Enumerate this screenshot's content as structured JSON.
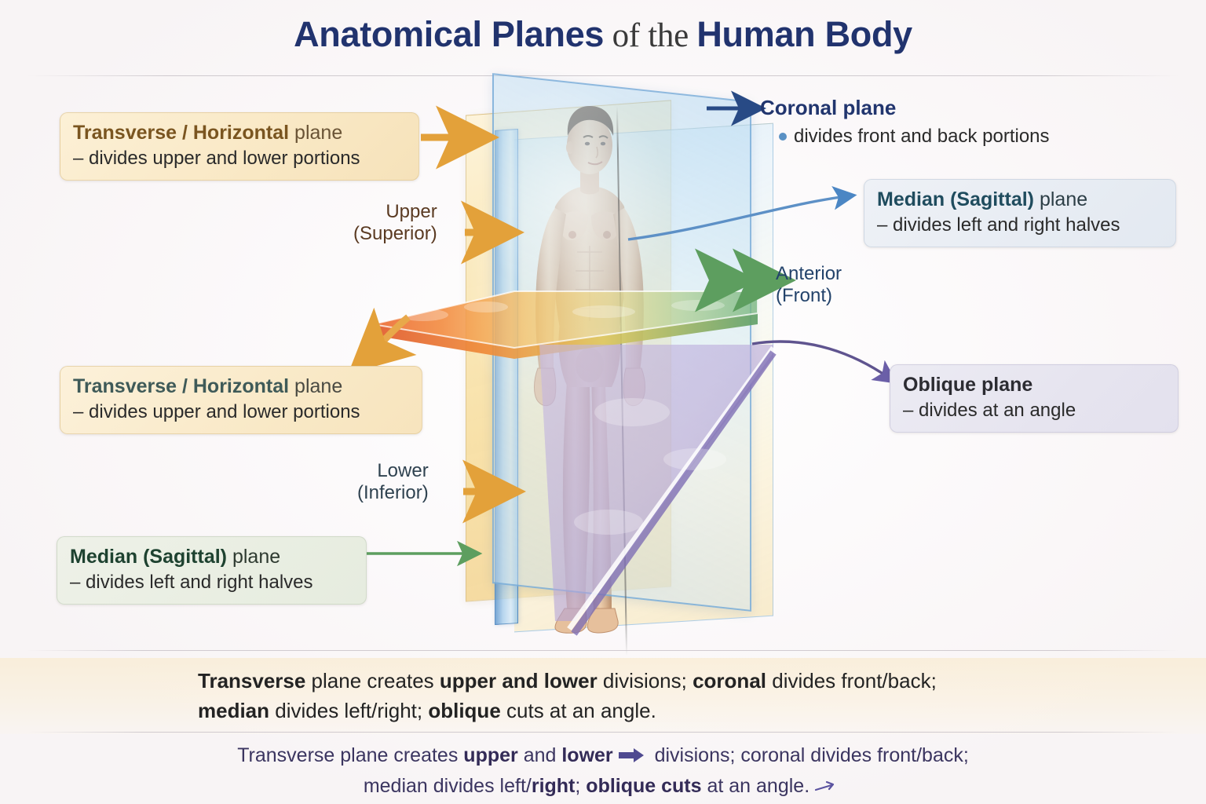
{
  "title": {
    "part1": "Anatomical Planes",
    "part2": " of the ",
    "part3": "Human Body"
  },
  "callouts": {
    "transverse_top": {
      "heading_bold": "Transverse / Horizontal",
      "heading_rest": " plane",
      "detail": "– divides upper and lower portions"
    },
    "transverse_bottom": {
      "heading_bold": "Transverse / Horizontal",
      "heading_rest": " plane",
      "detail": "– divides upper and lower portions"
    },
    "coronal": {
      "heading": "Coronal plane",
      "detail": "divides front and back portions"
    },
    "median_right": {
      "heading_bold": "Median (Sagittal)",
      "heading_rest": " plane",
      "detail": "– divides left and right halves"
    },
    "median_left": {
      "heading_bold": "Median (Sagittal)",
      "heading_rest": " plane",
      "detail": "– divides left and right halves"
    },
    "oblique": {
      "heading": "Oblique plane",
      "detail": "– divides at an angle"
    }
  },
  "axis_labels": {
    "upper_line1": "Upper",
    "upper_line2": "(Superior)",
    "lower_line1": "Lower",
    "lower_line2": "(Inferior)",
    "anterior_line1": "Anterior",
    "anterior_line2": "(Front)"
  },
  "captions": {
    "primary": {
      "seg1_bold": "Transverse",
      "seg2": " plane creates ",
      "seg3_bold": "upper and lower",
      "seg4": " divisions; ",
      "seg5_bold": "coronal",
      "seg6": " divides front/back;",
      "seg7_bold": "median",
      "seg8": " divides left/right; ",
      "seg9_bold": "oblique",
      "seg10": " cuts at an angle."
    },
    "secondary": {
      "seg1": "Transverse plane creates ",
      "seg2_bold": "upper",
      "seg3": " and ",
      "seg4_bold": "lower",
      "seg5": " divisions; coronal divides front/back;",
      "seg6": "median divides left/",
      "seg7_bold": "right",
      "seg8": "; ",
      "seg9_bold": "oblique cuts",
      "seg10": " at an angle."
    }
  },
  "icons": {
    "arrow_transverse_top": "arrow-right-icon",
    "arrow_transverse_bottom": "arrow-curve-down-left-icon",
    "arrow_coronal": "arrow-right-icon",
    "arrow_median_right": "arrow-curve-right-icon",
    "arrow_oblique": "arrow-curve-down-right-icon",
    "arrow_median_left": "arrow-right-icon",
    "arrow_upper": "arrow-right-icon",
    "arrow_lower": "arrow-right-icon",
    "arrow_anterior": "arrow-double-horizontal-icon",
    "caption_block_arrow": "block-arrow-right-icon",
    "caption_small_arrow": "small-arrow-up-right-icon",
    "coronal_bullet": "bullet-dot-icon"
  },
  "colors": {
    "title_navy": "#21336e",
    "transverse_amber": "#e3a13a",
    "coronal_blue": "#3c6fa8",
    "median_blue": "#4b86c4",
    "oblique_purple": "#6b5fa8",
    "sagittal_green": "#5d9e5f",
    "anterior_green": "#5a9e5c",
    "caption_band": "#f9ecd3"
  },
  "illustration": {
    "subject": "standing male human figure",
    "planes": [
      "transverse",
      "coronal",
      "median-sagittal",
      "oblique"
    ]
  }
}
